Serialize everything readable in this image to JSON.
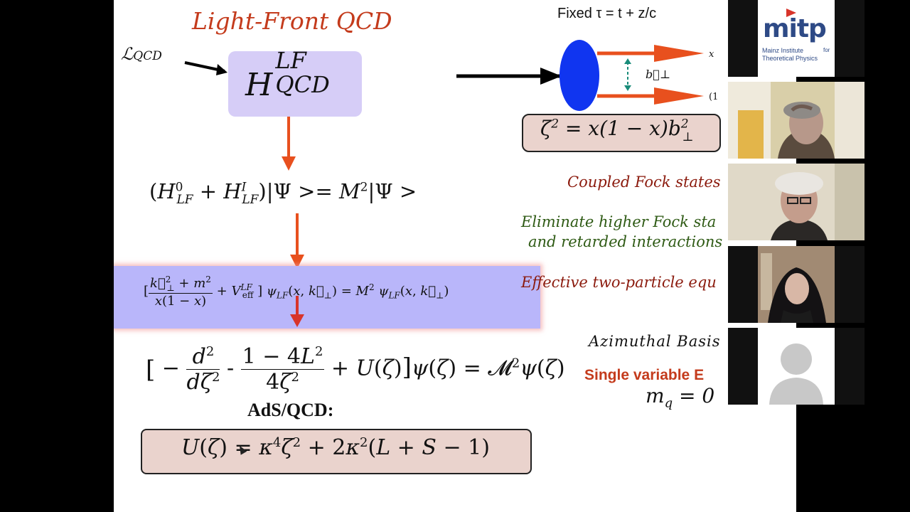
{
  "slide": {
    "title": "Light-Front QCD",
    "lagrangian": "𝓛ᴼᶜᴰ",
    "lagrangian_text": "ℒ_{QCD}",
    "hamiltonian": "H^{LF}_{QCD}",
    "fixed_tau": "Fixed τ = t + z/c",
    "b_perp_label": "b⃗⊥",
    "x_label": "x",
    "one_minus_x_label": "(1",
    "zeta_eq": "ζ² = x(1 − x)b²⊥",
    "eq_lf": "(H⁰_LF + Hᴵ_LF)|Ψ >= M²|Ψ >",
    "eq_eff": "[ (k⃗²⊥ + m²) / (x(1 − x)) + V^LF_eff ] ψ_LF(x, k⃗⊥) = M² ψ_LF(x, k⃗⊥)",
    "eq_holo": "[ − d²/dζ² − (1 − 4L²)/(4ζ²) + U(ζ) ] ψ(ζ) = 𝓜²ψ(ζ)",
    "ads_label": "AdS/QCD:",
    "u_eq": "U(ζ) = κ⁴ζ² + 2κ²(L + S − 1)",
    "notes": {
      "coupled": "Coupled Fock states",
      "eliminate": "Eliminate higher Fock sta",
      "retarded": "and retarded interactions",
      "effective": "Effective two-particle equ",
      "azimuthal": "Azimuthal Basis",
      "single_variable": "Single variable E",
      "mq": "m_q = 0"
    }
  },
  "participants": {
    "logo_word": "mitp",
    "logo_sub_line1": "Mainz Institute",
    "logo_sub_line2": "Theoretical Physics",
    "logo_for": "for"
  },
  "colors": {
    "title_red": "#c43b1c",
    "arrow_orange": "#e8501e",
    "hamiltonian_box": "#d6cdf7",
    "eq_band": "#b9b6fa",
    "pink_box": "#ead3cd",
    "blob_blue": "#1035f0",
    "logo_blue": "#2e4a86"
  }
}
